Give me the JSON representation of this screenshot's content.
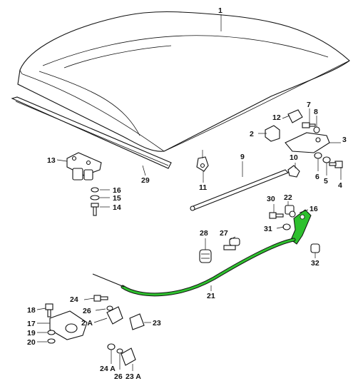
{
  "highlight_color": "#2ec02e",
  "callouts": [
    {
      "key": "c1",
      "text": "1"
    },
    {
      "key": "c2",
      "text": "2"
    },
    {
      "key": "c3",
      "text": "3"
    },
    {
      "key": "c4",
      "text": "4"
    },
    {
      "key": "c5",
      "text": "5"
    },
    {
      "key": "c6",
      "text": "6"
    },
    {
      "key": "c7",
      "text": "7"
    },
    {
      "key": "c8",
      "text": "8"
    },
    {
      "key": "c9",
      "text": "9"
    },
    {
      "key": "c10",
      "text": "10"
    },
    {
      "key": "c11",
      "text": "11"
    },
    {
      "key": "c12",
      "text": "12"
    },
    {
      "key": "c13",
      "text": "13"
    },
    {
      "key": "c14",
      "text": "14"
    },
    {
      "key": "c15",
      "text": "15"
    },
    {
      "key": "c16a",
      "text": "16"
    },
    {
      "key": "c16b",
      "text": "16"
    },
    {
      "key": "c17",
      "text": "17"
    },
    {
      "key": "c18",
      "text": "18"
    },
    {
      "key": "c19",
      "text": "19"
    },
    {
      "key": "c20",
      "text": "20"
    },
    {
      "key": "c21",
      "text": "21"
    },
    {
      "key": "c22",
      "text": "22"
    },
    {
      "key": "c2A",
      "text": "2 A"
    },
    {
      "key": "c23",
      "text": "23"
    },
    {
      "key": "c23A",
      "text": "23 A"
    },
    {
      "key": "c24",
      "text": "24"
    },
    {
      "key": "c24A",
      "text": "24 A"
    },
    {
      "key": "c26a",
      "text": "26"
    },
    {
      "key": "c26b",
      "text": "26"
    },
    {
      "key": "c27",
      "text": "27"
    },
    {
      "key": "c28",
      "text": "28"
    },
    {
      "key": "c29",
      "text": "29"
    },
    {
      "key": "c30",
      "text": "30"
    },
    {
      "key": "c31",
      "text": "31"
    },
    {
      "key": "c32",
      "text": "32"
    }
  ]
}
